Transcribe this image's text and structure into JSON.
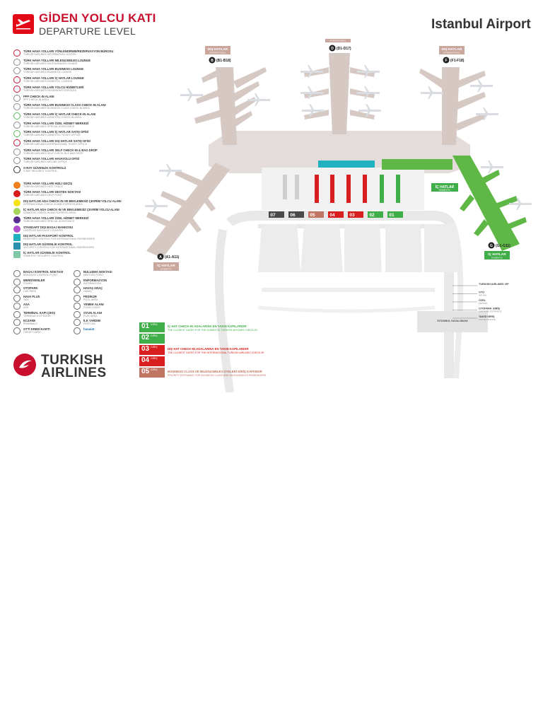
{
  "header": {
    "title": "GİDEN YOLCU KATI",
    "subtitle": "DEPARTURE LEVEL",
    "airport_brand": "Istanbul Airport",
    "accent_color": "#e30a17"
  },
  "legend": [
    {
      "tr": "TÜRK HAVA YOLLARI YÖNLENDİRME/REZERVASYON BÜROSU",
      "en": "TURKISH AIRLINES INFORMATION CENTER",
      "icon": "info-desk-icon",
      "color": "#c8102e"
    },
    {
      "tr": "TÜRK HAVA YOLLARI MILES&SMILES LOUNGE",
      "en": "TURKISH AIRLINES MILES&SMILES LOUNGE",
      "icon": "lounge-icon",
      "color": "#888888"
    },
    {
      "tr": "TÜRK HAVA YOLLARI BUSINESS LOUNGE",
      "en": "TURKISH AIRLINES BUSINESS LOUNGE",
      "icon": "lounge-icon",
      "color": "#888888"
    },
    {
      "tr": "TÜRK HAVA YOLLARI İÇ HATLAR LOUNGE",
      "en": "TURKISH AIRLINES DOMESTIC LOUNGE",
      "icon": "lounge-icon",
      "color": "#c8102e"
    },
    {
      "tr": "TÜRK HAVA YOLLARI YOLCU HİZMETLERİ",
      "en": "TURKISH AIRLINES PASSENGER SERVICES",
      "icon": "lounge-icon",
      "color": "#c8102e"
    },
    {
      "tr": "PPF CHECK-IN ALANI",
      "en": "PPF CHECK-IN AREA",
      "icon": "checkin-icon",
      "color": "#888888"
    },
    {
      "tr": "TÜRK HAVA YOLLARI BUSINESS CLASS CHECK-IN ALANI",
      "en": "TURKISH AIRLINES BUSINESS CLASS CHECK-IN AREA",
      "icon": "checkin-icon",
      "color": "#888888"
    },
    {
      "tr": "TÜRK HAVA YOLLARI İÇ HATLAR CHECK-IN ALANI",
      "en": "TURKISH AIRLINES DOMESTIC CHECK-IN AREA",
      "icon": "checkin-icon",
      "color": "#5cb85c"
    },
    {
      "tr": "TÜRK HAVA YOLLARI ÖZEL HİZMET MERKEZİ",
      "en": "TURKISH AIRLINES SPECIAL ASSISTANCE",
      "icon": "assist-icon",
      "color": "#888888"
    },
    {
      "tr": "TÜRK HAVA YOLLARI İÇ HATLAR SATIŞ OFİSİ",
      "en": "TURKISH AIRLINES DOMESTIC TICKET OFFICE",
      "icon": "ticket-icon",
      "color": "#5cb85c"
    },
    {
      "tr": "TÜRK HAVA YOLLARI DIŞ HATLAR SATIŞ OFİSİ",
      "en": "TURKISH AIRLINES INTERNATIONAL TICKET OFFICE",
      "icon": "ticket-icon",
      "color": "#c8102e"
    },
    {
      "tr": "TÜRK HAVA YOLLARI SELF CHECK-IN & BAG DROP",
      "en": "TURKISH AIRLINES SELF CHECK-IN & BAG DROP",
      "icon": "bagdrop-icon",
      "color": "#888888"
    },
    {
      "tr": "TÜRK HAVA YOLLARI HAVAYOLU OFİSİ",
      "en": "TURKISH AIRLINES AIRLINE OFFICE",
      "icon": "office-icon",
      "color": "#888888"
    },
    {
      "tr": "X-RAY GÜVENLİK KONTROLÜ",
      "en": "X-RAY SECURITY CONTROL",
      "icon": "xray-icon",
      "color": "#333333"
    }
  ],
  "color_legend": [
    {
      "tr": "TÜRK HAVA YOLLARI HIZLI GEÇİŞ",
      "en": "TURKISH AIRLINES FAST TRACK",
      "color": "#f07f1e"
    },
    {
      "tr": "TÜRK HAVA YOLLARI DESTEK NOKTASI",
      "en": "TURKISH AIRLINES HELP POINT",
      "color": "#d81e1e"
    },
    {
      "tr": "DIŞ HATLAR ADA CHECK-IN VE BEKLEMESİZ ÇEVRİM YOLCU ALANI",
      "en": "INTERNATIONAL CHECK-IN AND EXPRESS AREA",
      "color": "#f5e21b"
    },
    {
      "tr": "İÇ HATLAR ADA CHECK-IN VE BEKLEMESİZ ÇEVRİM YOLCU ALANI",
      "en": "DOMESTIC CHECK-IN AND EXPRESS AREA",
      "color": "#a6d35a"
    },
    {
      "tr": "TÜRK HAVA YOLLARI ÖZEL HİZMET MERKEZİ",
      "en": "TURKISH AIRLINES SPECIAL ASSISTANCE",
      "color": "#5b2c8f"
    },
    {
      "tr": "STANDART DIŞI BAGAJ BANKOSU",
      "en": "OVERSIZE BAGGAGE COUNTER",
      "color": "#b04fc9"
    },
    {
      "tr": "DIŞ HATLAR PASAPORT KONTROL",
      "en": "PASSPORT CONTROL FOR INTERNATIONAL PASSENGERS",
      "color": "#1fb1c0"
    },
    {
      "tr": "DIŞ HATLAR GÜVENLİK KONTROL",
      "en": "SECURITY CONTROL FOR INTERNATIONAL PASSENGERS",
      "color": "#2a8fb0"
    },
    {
      "tr": "İÇ HATLAR GÜVENLİK KONTROL",
      "en": "DOMESTIC SECURITY CONTROL",
      "color": "#7fc7a6"
    }
  ],
  "facilities": [
    {
      "tr": "BAGAJ KONTROL NOKTASI",
      "en": "BAGGAGE CONTROL POINT",
      "icon": "bag-control-icon"
    },
    {
      "tr": "BULUŞMA NOKTASI",
      "en": "MEETING POINT",
      "icon": "meeting-icon"
    },
    {
      "tr": "MERDİVENLER",
      "en": "STAIRS",
      "icon": "stairs-icon"
    },
    {
      "tr": "ENFORMASYON",
      "en": "INFORMATION",
      "icon": "info-icon"
    },
    {
      "tr": "OTOPARK",
      "en": "CAR PARK",
      "icon": "parking-icon"
    },
    {
      "tr": "HAVAŞ ARAÇ",
      "en": "HAVAŞ",
      "icon": "bus-icon"
    },
    {
      "tr": "HAVA PLUS",
      "en": "TAXI",
      "icon": "taxi-icon"
    },
    {
      "tr": "PEDİKÜR",
      "en": "POOL AREA",
      "icon": "pool-icon"
    },
    {
      "tr": "ASA",
      "en": "ATM",
      "icon": "atm-icon"
    },
    {
      "tr": "YEMEK ALANI",
      "en": "FOOD COURT",
      "icon": "food-icon"
    },
    {
      "tr": "TERMİNAL KAPI ÇIKIŞ",
      "en": "TERMINAL EXIT DOOR",
      "icon": "exit-icon"
    },
    {
      "tr": "OYUN ALANI",
      "en": "PLAY AREA",
      "icon": "play-icon"
    },
    {
      "tr": "ECZANE",
      "en": "PHARMACY",
      "icon": "pharmacy-icon"
    },
    {
      "tr": "İLK YARDIM",
      "en": "FIRST AID",
      "icon": "firstaid-icon"
    },
    {
      "tr": "OTTİ KREDİ KARTI",
      "en": "CREDIT CARD",
      "icon": "card-icon"
    },
    {
      "tr": "havaist",
      "en": "",
      "icon": "havaist-icon"
    }
  ],
  "brand": {
    "name_line1": "TURKISH",
    "name_line2": "AIRLINES"
  },
  "map": {
    "piers": [
      {
        "letter": "B",
        "range": "(B1-B18)",
        "tag_tr": "DIŞ HATLAR",
        "tag_en": "INTERNATIONAL"
      },
      {
        "letter": "D",
        "range": "(D1-D17)",
        "tag_tr": "DIŞ HATLAR",
        "tag_en": "INTERNATIONAL"
      },
      {
        "letter": "F",
        "range": "(F1-F18)",
        "tag_tr": "DIŞ HATLAR",
        "tag_en": "INTERNATIONAL"
      },
      {
        "letter": "A",
        "range": "(A1-A11)",
        "tag_tr": "İÇ HATLAR",
        "tag_en": "DOMESTIC"
      },
      {
        "letter": "G",
        "range": "(G1-G11)",
        "tag_tr": "İÇ HATLAR",
        "tag_en": "DOMESTIC"
      }
    ],
    "domestic_label_tr": "İÇ HATLAR",
    "domestic_label_en": "DOMESTIC",
    "zones": [
      {
        "num": "07",
        "color": "#4a4a4a"
      },
      {
        "num": "06",
        "color": "#4a4a4a"
      },
      {
        "num": "05",
        "color": "#c07462"
      },
      {
        "num": "04",
        "color": "#d81e1e"
      },
      {
        "num": "03",
        "color": "#d81e1e"
      },
      {
        "num": "02",
        "color": "#3fae49"
      },
      {
        "num": "01",
        "color": "#3fae49"
      }
    ],
    "road_labels": [
      "TURKISH AIRLINES VIP",
      "OTO",
      "ÖZEL",
      "OTOPARK GİRİŞ",
      "TAKSİ GİRİŞ"
    ],
    "road_labels_sub": [
      "",
      "AIR HAL",
      "PRIVATE",
      "CAR PARK ENTRANCE",
      "TAXI ENTRANCE"
    ],
    "istanbul_label": "İSTANBUL HAVALİMANI"
  },
  "bottom_legend": [
    {
      "num": "01",
      "word": "GİRİŞ",
      "color": "#3fae49",
      "main": "İÇ HAT CHECK-IN ADALARINA EN YAKIN KAPILARDIR",
      "sub": "THE CLOSEST GATES FOR THE DOMESTIC TURKISH AIRLINES CHECK-IN",
      "text_color": "#3fae49"
    },
    {
      "num": "02",
      "word": "GİRİŞ",
      "color": "#3fae49",
      "main": "",
      "sub": "",
      "text_color": "#3fae49"
    },
    {
      "num": "03",
      "word": "GİRİŞ",
      "color": "#d81e1e",
      "main": "DIŞ HAT CHECK-IN ADALARINA EN YAKIN KAPILARDIR",
      "sub": "THE CLOSEST GATES FOR THE INTERNATIONAL TURKISH AIRLINES CHECK-IN",
      "text_color": "#d81e1e"
    },
    {
      "num": "04",
      "word": "GİRİŞ",
      "color": "#d81e1e",
      "main": "",
      "sub": "",
      "text_color": "#d81e1e"
    },
    {
      "num": "05",
      "word": "GİRİŞ",
      "color": "#c07462",
      "main": "BUSINESS CLASS VE MILES&SMILES ÜYELERİ GİRİŞ KAPISIDIR",
      "sub": "PRIORITY ENTRANCE FOR BUSINESS CLASS AND MILES&SMILES PASSENGERS",
      "text_color": "#c07462"
    }
  ],
  "colors": {
    "intl_pier": "#d6c8c3",
    "domestic": "#5fb845",
    "road": "#e6e6e6",
    "label_tag": "#c9a79c"
  }
}
